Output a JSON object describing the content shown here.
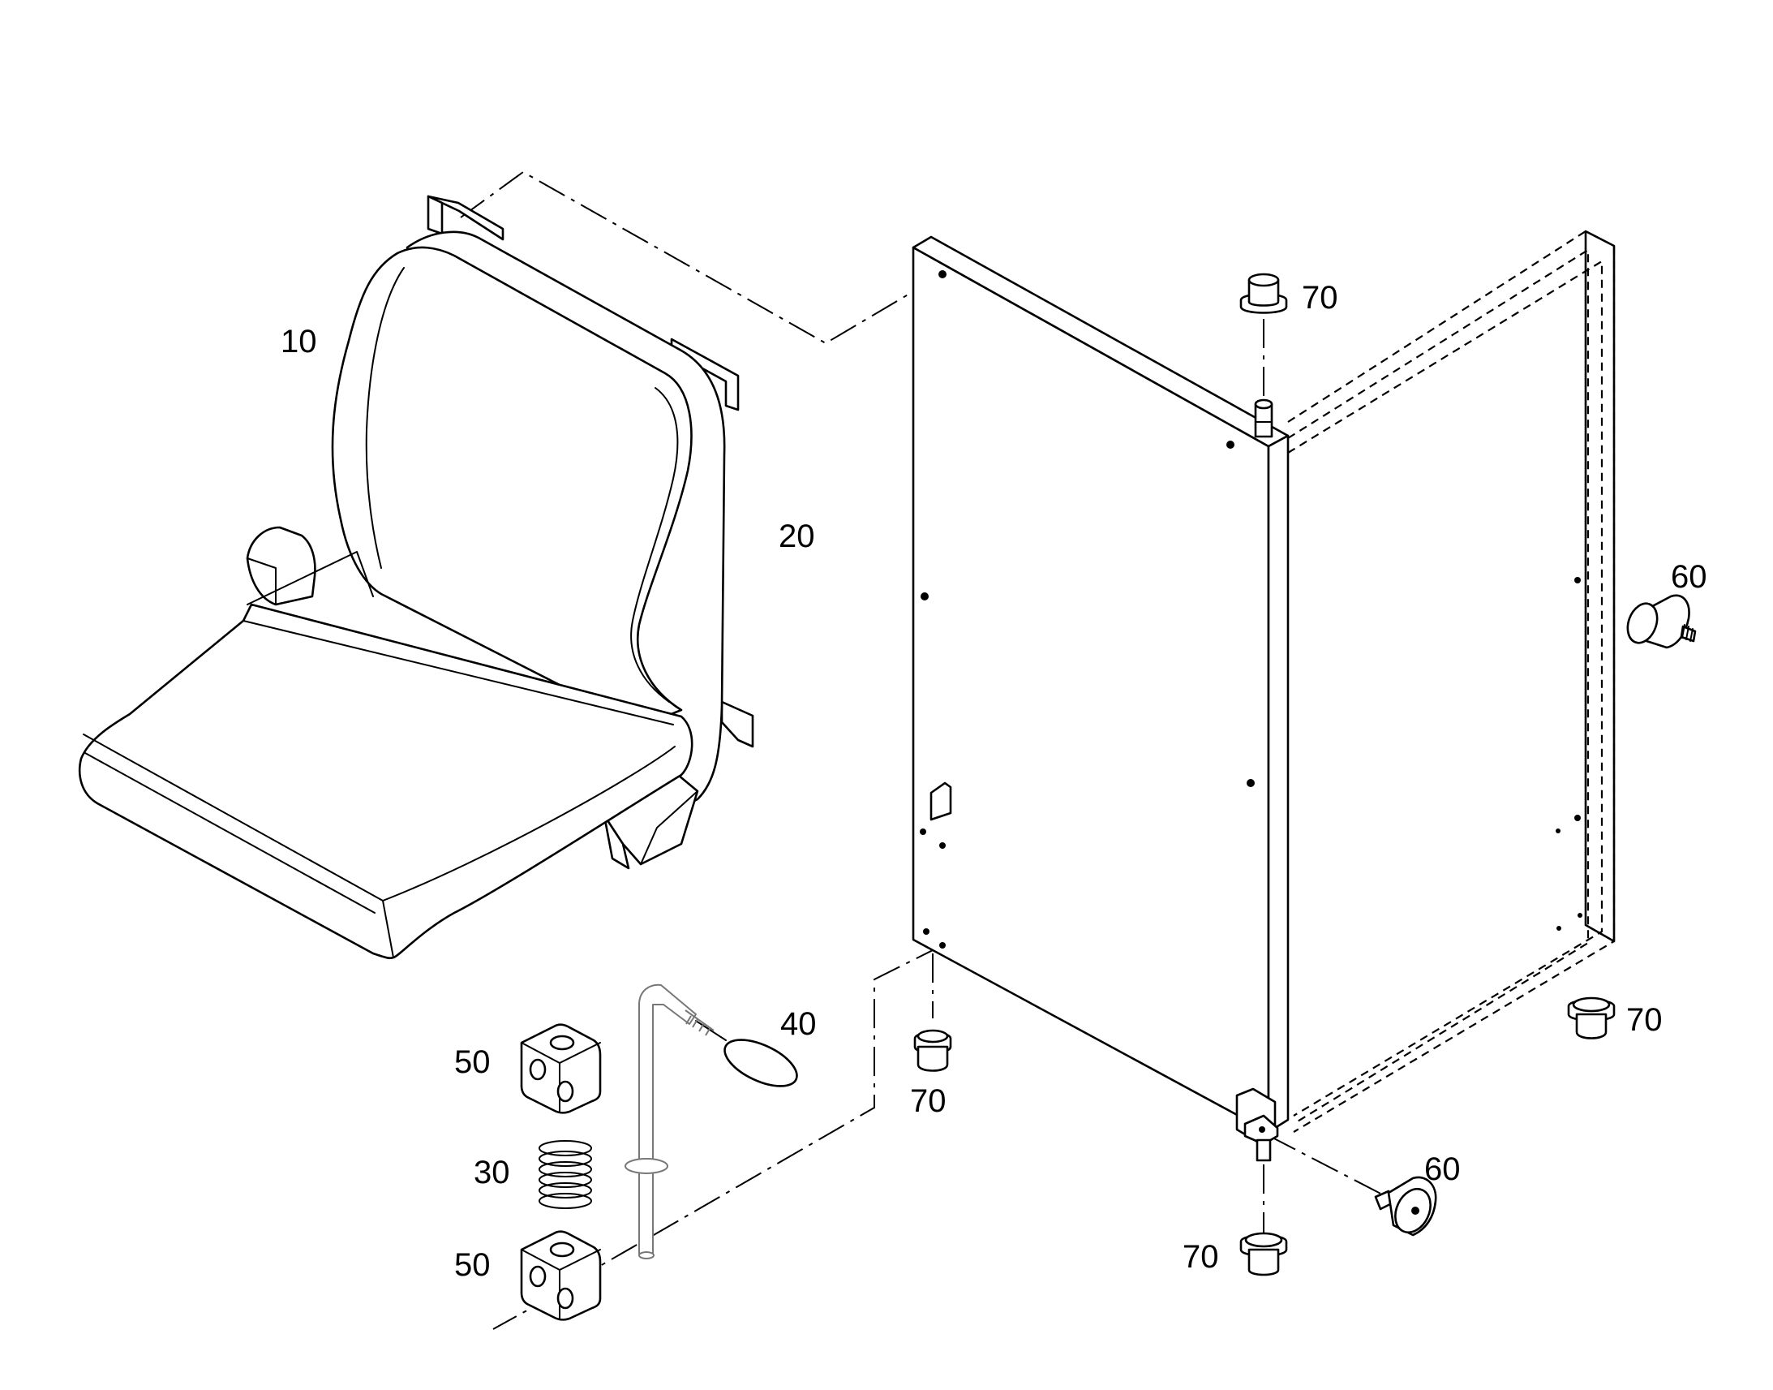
{
  "callouts": {
    "seat": "10",
    "backrest": "20",
    "spring": "30",
    "knob": "40",
    "clamp_top": "50",
    "clamp_bottom": "50",
    "bumper_right": "60",
    "bumper_bottom": "60",
    "bushing_top": "70",
    "bushing_left": "70",
    "bushing_right": "70",
    "bushing_bottom": "70"
  },
  "colors": {
    "line": "#000000",
    "background": "#ffffff",
    "rod": "#777777"
  }
}
